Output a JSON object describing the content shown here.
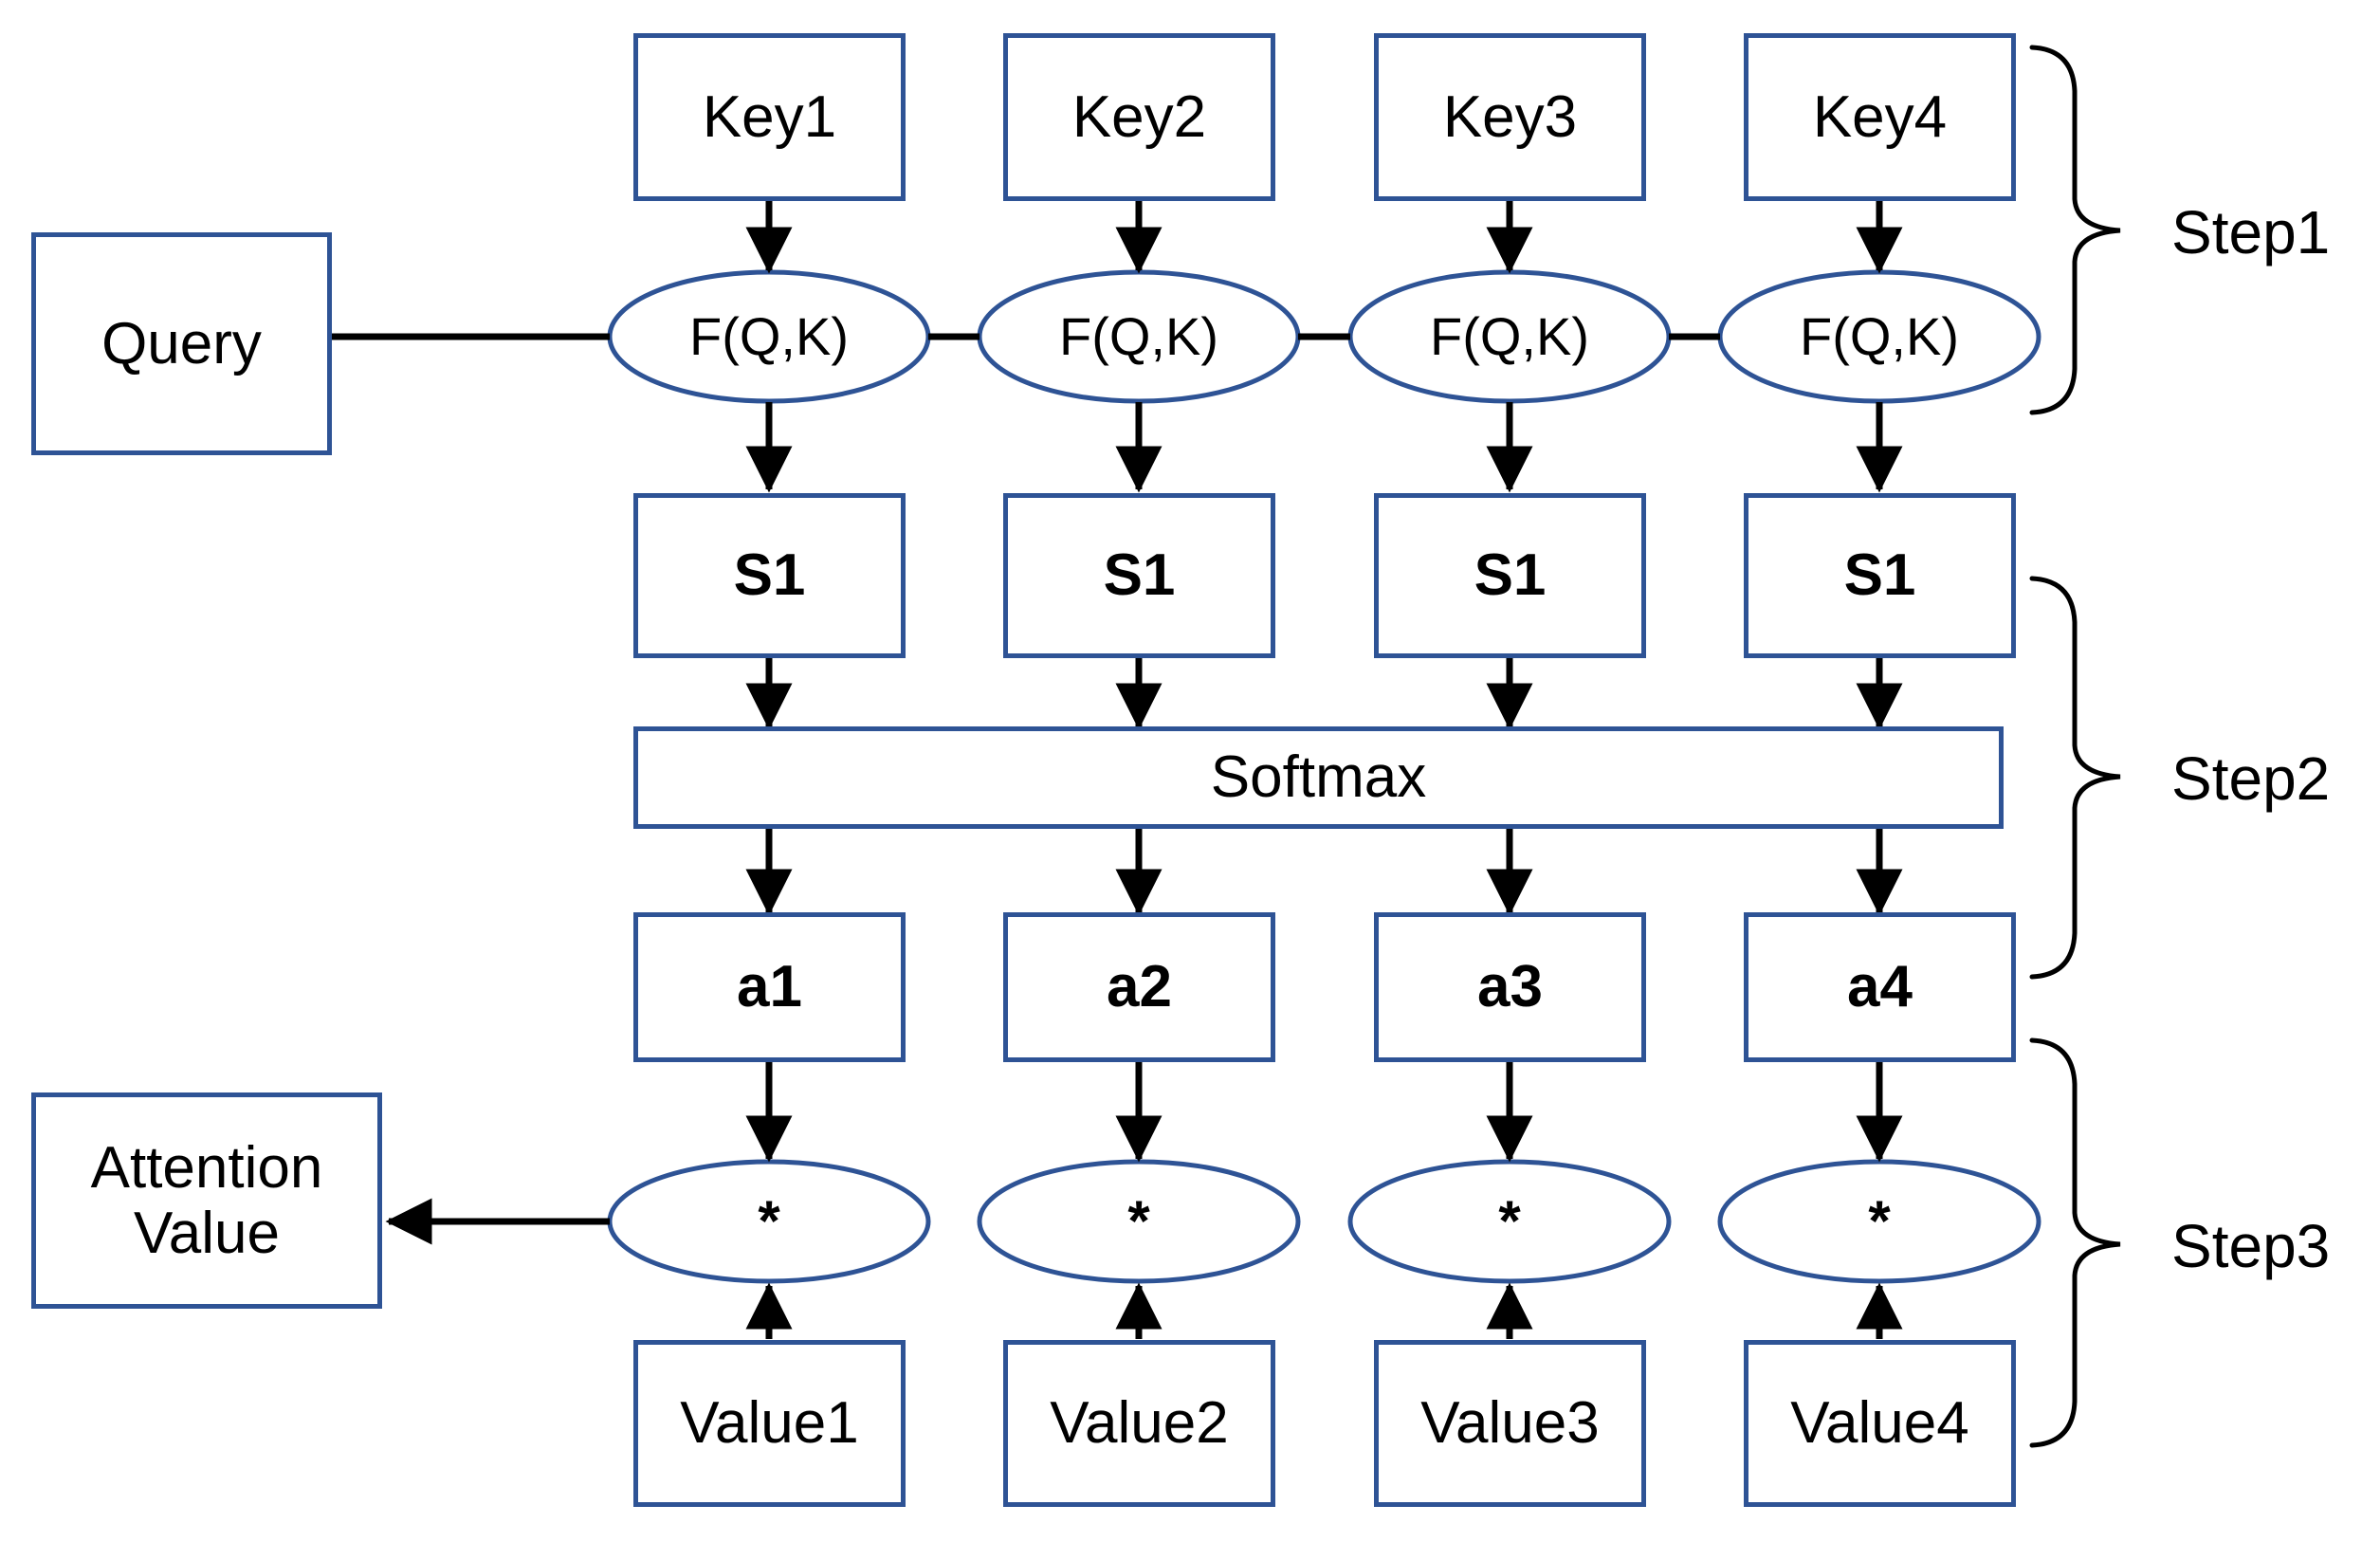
{
  "diagram": {
    "title": "Attention mechanism three-step computation diagram",
    "colors": {
      "shape_border": "#2E5395",
      "connector": "#000000",
      "text": "#000000",
      "background": "#FFFFFF"
    },
    "query": {
      "label": "Query"
    },
    "attention_output": {
      "label": "Attention\nValue",
      "line1": "Attention",
      "line2": "Value"
    },
    "keys": [
      {
        "label": "Key1"
      },
      {
        "label": "Key2"
      },
      {
        "label": "Key3"
      },
      {
        "label": "Key4"
      }
    ],
    "score_fns": [
      {
        "label": "F(Q,K)"
      },
      {
        "label": "F(Q,K)"
      },
      {
        "label": "F(Q,K)"
      },
      {
        "label": "F(Q,K)"
      }
    ],
    "scores": [
      {
        "label": "S1"
      },
      {
        "label": "S1"
      },
      {
        "label": "S1"
      },
      {
        "label": "S1"
      }
    ],
    "softmax": {
      "label": "Softmax"
    },
    "weights": [
      {
        "label": "a1"
      },
      {
        "label": "a2"
      },
      {
        "label": "a3"
      },
      {
        "label": "a4"
      }
    ],
    "multipliers": [
      {
        "label": "*"
      },
      {
        "label": "*"
      },
      {
        "label": "*"
      },
      {
        "label": "*"
      }
    ],
    "values": [
      {
        "label": "Value1"
      },
      {
        "label": "Value2"
      },
      {
        "label": "Value3"
      },
      {
        "label": "Value4"
      }
    ],
    "steps": [
      {
        "label": "Step1"
      },
      {
        "label": "Step2"
      },
      {
        "label": "Step3"
      }
    ]
  }
}
